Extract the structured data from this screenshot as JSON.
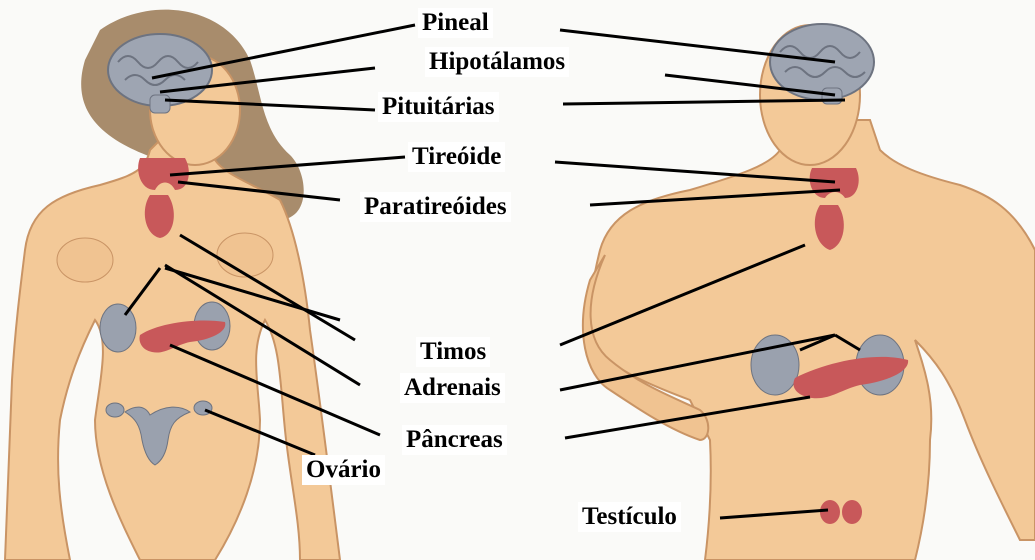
{
  "labels": {
    "pineal": "Pineal",
    "hipotalamos": "Hipotálamos",
    "pituitarias": "Pituitárias",
    "tireoide": "Tireóide",
    "paratireoides": "Paratireóides",
    "timos": "Timos",
    "adrenais": "Adrenais",
    "pancreas": "Pâncreas",
    "ovario": "Ovário",
    "testiculo": "Testículo"
  },
  "colors": {
    "skin": "#f3c998",
    "skin_shadow": "#d9a574",
    "brain": "#9ea5b2",
    "gland_red": "#c8585a",
    "kidney": "#9aa1ae",
    "hair": "#a88c6c",
    "leader_line": "#000000"
  }
}
